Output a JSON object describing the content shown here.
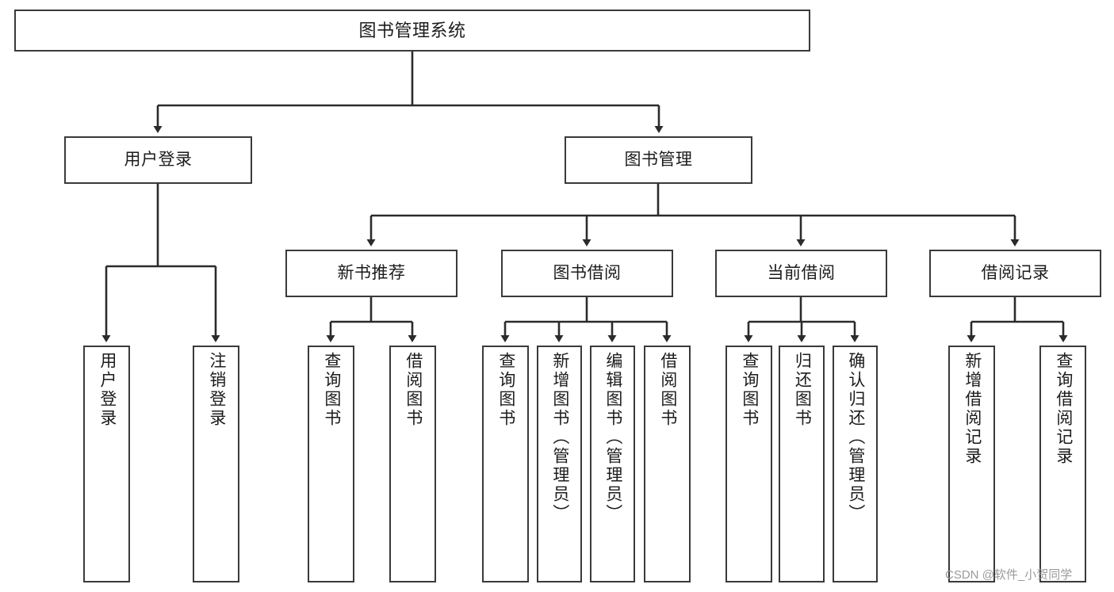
{
  "diagram": {
    "title": "图书管理系统",
    "type": "tree",
    "watermark": "CSDN @软件_小贺同学",
    "colors": {
      "background": "#ffffff",
      "box_border": "#3a3a3a",
      "box_fill": "#ffffff",
      "text": "#1c1c1c",
      "connector": "#2b2b2b",
      "watermark": "#9a9a9a"
    },
    "root": {
      "label": "图书管理系统"
    },
    "level2": [
      {
        "label": "用户登录"
      },
      {
        "label": "图书管理"
      }
    ],
    "level3": [
      {
        "label": "新书推荐"
      },
      {
        "label": "图书借阅"
      },
      {
        "label": "当前借阅"
      },
      {
        "label": "借阅记录"
      }
    ],
    "leaves": {
      "user_login": [
        {
          "label": "用户登录"
        },
        {
          "label": "注销登录"
        }
      ],
      "new_book": [
        {
          "label": "查询图书"
        },
        {
          "label": "借阅图书"
        }
      ],
      "book_borrow": [
        {
          "label": "查询图书"
        },
        {
          "label": "新增图书（管理员）"
        },
        {
          "label": "编辑图书（管理员）"
        },
        {
          "label": "借阅图书"
        }
      ],
      "current_borrow": [
        {
          "label": "查询图书"
        },
        {
          "label": "归还图书"
        },
        {
          "label": "确认归还（管理员）"
        }
      ],
      "borrow_record": [
        {
          "label": "新增借阅记录"
        },
        {
          "label": "查询借阅记录"
        }
      ]
    }
  }
}
